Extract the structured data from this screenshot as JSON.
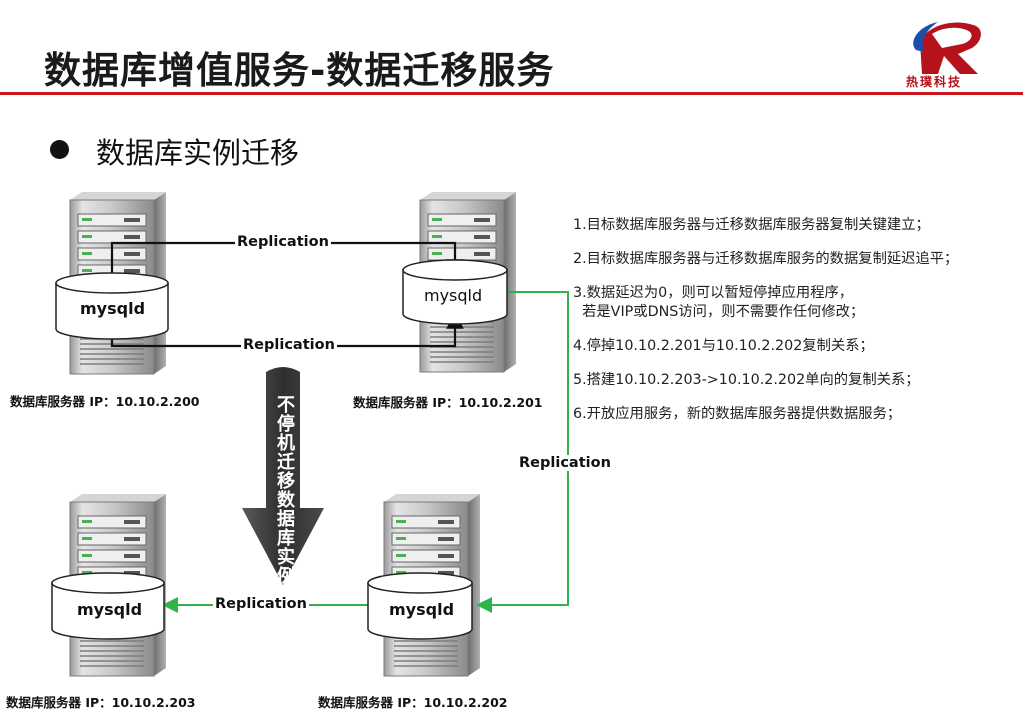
{
  "header": {
    "title": "数据库增值服务-数据迁移服务",
    "logo_text": "热璞科技",
    "logo_icon": "rp-logo-icon"
  },
  "bullet": {
    "text": "数据库实例迁移"
  },
  "servers": {
    "s200": {
      "label": "数据库服务器 IP：10.10.2.200",
      "db": "mysqld"
    },
    "s201": {
      "label": "数据库服务器 IP：10.10.2.201",
      "db": "mysqld"
    },
    "s203": {
      "label": "数据库服务器 IP：10.10.2.203",
      "db": "mysqld"
    },
    "s202": {
      "label": "数据库服务器 IP：10.10.2.202",
      "db": "mysqld"
    }
  },
  "links": {
    "top": "Replication",
    "middle": "Replication",
    "right": "Replication",
    "bottom": "Replication"
  },
  "migration_arrow": {
    "text": "不停机迁移数据库实例"
  },
  "steps": [
    "1.目标数据库服务器与迁移数据库服务器复制关键建立；",
    "2.目标数据库服务器与迁移数据库服务的数据复制延迟追平；",
    "3.数据延迟为0，则可以暂短停掉应用程序，",
    "  若是VIP或DNS访问，则不需要作任何修改；",
    "4.停掉10.10.2.201与10.10.2.202复制关系；",
    "5.搭建10.10.2.203->10.10.2.202单向的复制关系；",
    "6.开放应用服务，新的数据库服务器提供数据服务；"
  ],
  "colors": {
    "accent_red": "#c8161d",
    "replication_green": "#2db34a",
    "arrow_gray": "#3f3f3f"
  }
}
